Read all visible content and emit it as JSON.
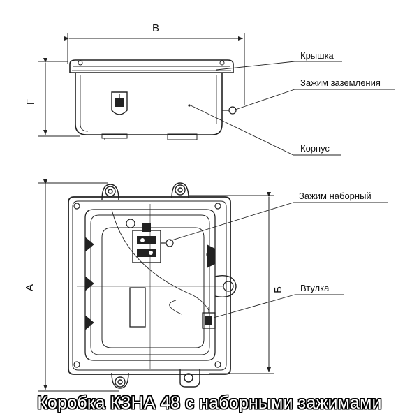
{
  "dimensions": {
    "width_letter": "В",
    "height_top_letter": "Г",
    "length_letter": "А",
    "inner_length_letter": "Б"
  },
  "callouts": {
    "lid": "Крышка",
    "ground_clamp": "Зажим заземления",
    "body": "Корпус",
    "terminal_block": "Зажим наборный",
    "bushing": "Втулка"
  },
  "caption": "Коробка КЗНА 48 с наборными зажимами"
}
